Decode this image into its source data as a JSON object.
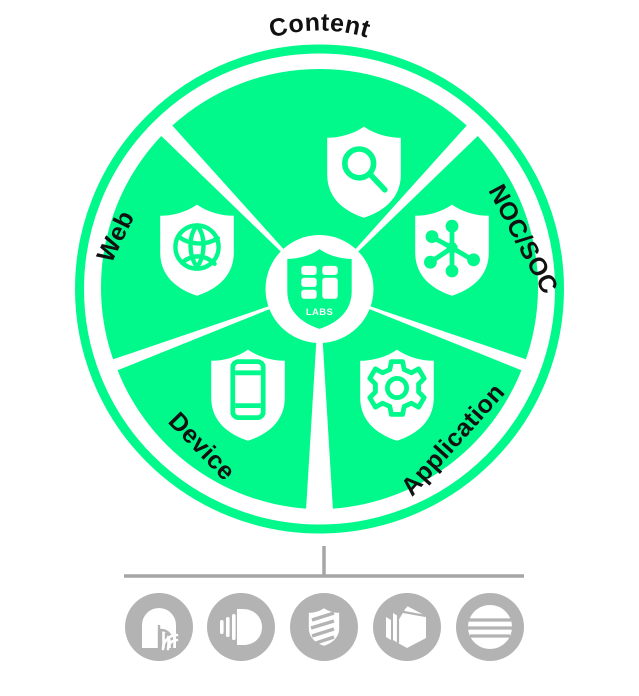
{
  "diagram": {
    "type": "segmented-wheel",
    "center_label": "LABS",
    "center_icon": "chip-shield-icon",
    "accent_color": "#00F98A",
    "background_color": "#FFFFFF",
    "label_color": "#111111",
    "footer_icon_color": "#B3B3B3",
    "connector_color": "#A6A6A6",
    "segments": [
      {
        "id": "content",
        "label": "Content",
        "icon": "magnifier-shield-icon",
        "angle_start": -54,
        "angle_end": 54,
        "label_rotation": 0
      },
      {
        "id": "noc-soc",
        "label": "NOC/SOC",
        "icon": "network-nodes-shield-icon",
        "angle_start": 58,
        "angle_end": 126,
        "label_rotation": 62
      },
      {
        "id": "application",
        "label": "Application",
        "icon": "gear-shield-icon",
        "angle_start": 130,
        "angle_end": 198,
        "label_rotation": 135
      },
      {
        "id": "device",
        "label": "Device",
        "icon": "smartphone-shield-icon",
        "angle_start": 202,
        "angle_end": 270,
        "label_rotation": -134
      },
      {
        "id": "web",
        "label": "Web",
        "icon": "globe-shield-icon",
        "angle_start": 274,
        "angle_end": 342,
        "label_rotation": -62
      }
    ]
  },
  "footer": {
    "connector_name": "vertical-connector",
    "divider_name": "horizontal-divider",
    "icons": [
      {
        "id": "arch",
        "name": "arch-lines-icon"
      },
      {
        "id": "cloud",
        "name": "cloud-bars-icon"
      },
      {
        "id": "shield",
        "name": "striped-shield-icon"
      },
      {
        "id": "cube",
        "name": "layered-cube-icon"
      },
      {
        "id": "disc",
        "name": "striped-circle-icon"
      }
    ]
  }
}
